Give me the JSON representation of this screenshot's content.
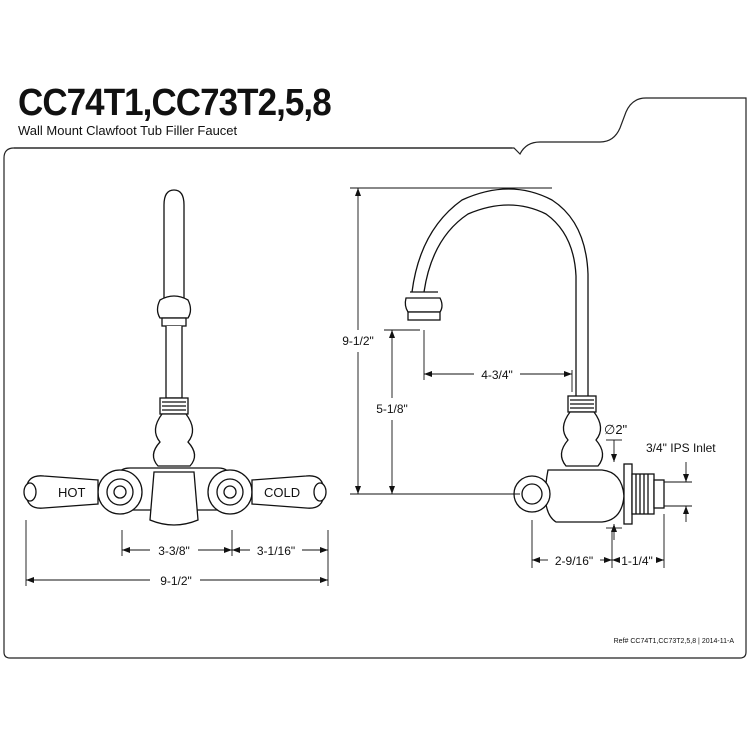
{
  "header": {
    "model": "CC74T1,CC73T2,5,8",
    "description": "Wall Mount Clawfoot Tub Filler Faucet"
  },
  "front_view": {
    "hot_label": "HOT",
    "cold_label": "COLD",
    "dim_left_spacing": "3-3/8\"",
    "dim_right_spacing": "3-1/16\"",
    "dim_overall_width": "9-1/2\""
  },
  "side_view": {
    "dim_total_height": "9-1/2\"",
    "dim_spout_height": "5-1/8\"",
    "dim_spout_reach": "4-3/4\"",
    "dim_inlet_diameter": "∅2\"",
    "inlet_label": "3/4\" IPS Inlet",
    "dim_projection": "2-9/16\"",
    "dim_inlet_length": "1-1/4\""
  },
  "footer": {
    "reference": "Ref# CC74T1,CC73T2,5,8 | 2014-11-A"
  }
}
